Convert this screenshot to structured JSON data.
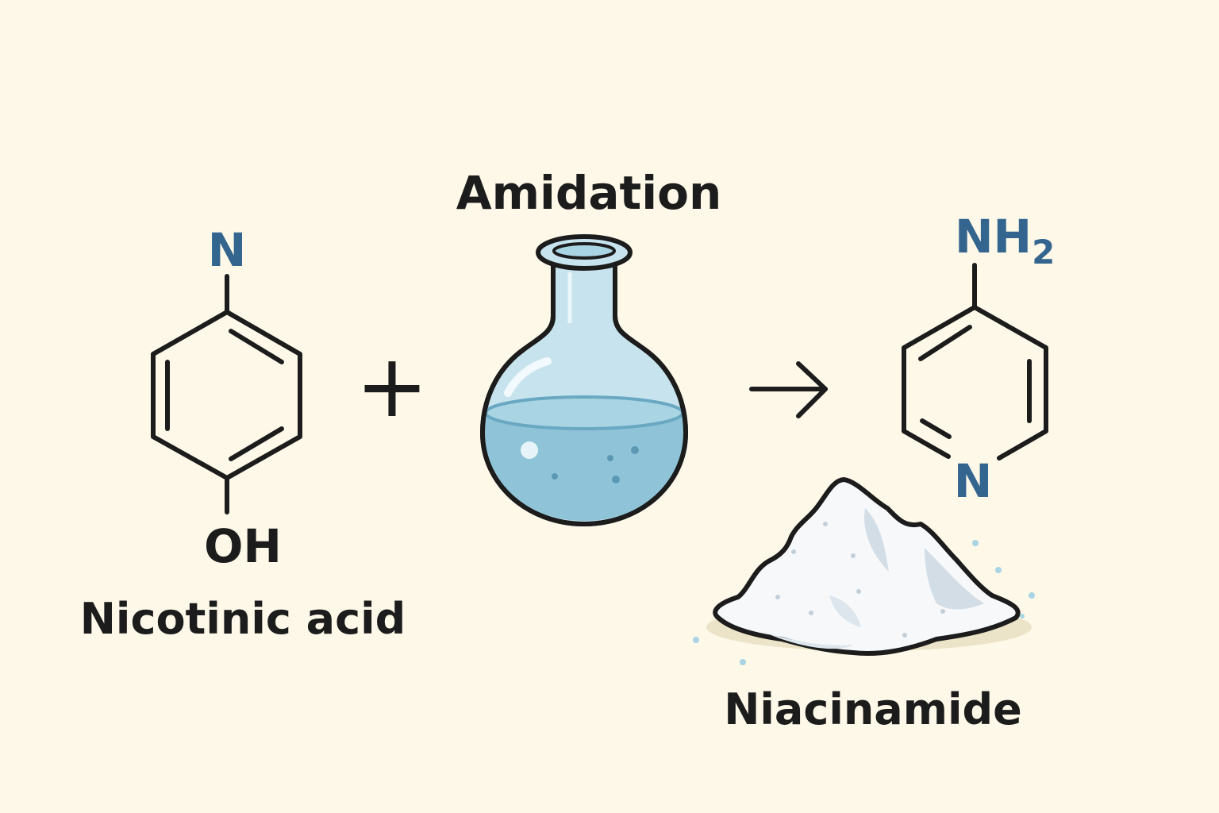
{
  "colors": {
    "background": "#fdf8e8",
    "ink": "#1c1c1c",
    "heteroatom": "#33658f",
    "flask_glass": "#c7e4ee",
    "flask_liquid": "#8fc4d8",
    "powder": "#f7f8fa",
    "powder_shadow": "#d2dde6"
  },
  "reactant": {
    "name": "Nicotinic acid",
    "top_atom": "N",
    "bottom_group": "OH"
  },
  "operator_plus": "+",
  "process": {
    "label": "Amidation",
    "icon": "round-bottom-flask-icon"
  },
  "arrow": {
    "icon": "right-arrow-icon"
  },
  "product": {
    "name": "Niacinamide",
    "top_group_main": "NH",
    "top_group_subscript": "2",
    "ring_atom": "N",
    "icon": "powder-pile-icon"
  }
}
